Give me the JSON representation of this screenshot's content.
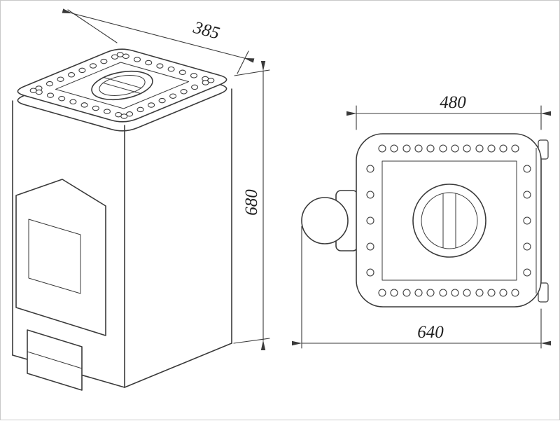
{
  "colors": {
    "line": "#3a3a3a",
    "text": "#1f1f1f",
    "background": "#ffffff"
  },
  "views": {
    "front_perspective": {
      "dims": {
        "depth": "385",
        "height": "680"
      }
    },
    "top_view": {
      "dims": {
        "plate_width": "480",
        "overall_width": "640"
      }
    }
  }
}
